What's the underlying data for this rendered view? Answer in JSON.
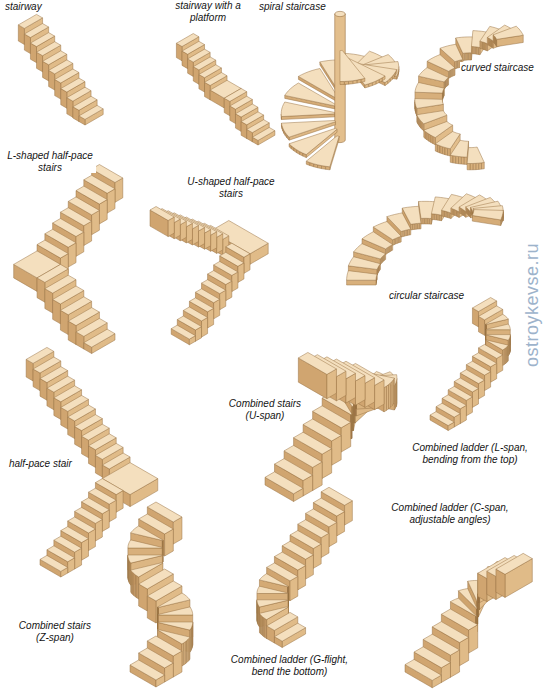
{
  "diagram": {
    "labels": [
      "stairway",
      "stairway with a platform",
      "spiral staircase",
      "curved staircase",
      "L-shaped half-pace stairs",
      "U-shaped half-pace stairs",
      "circular staircase",
      "half-pace stair",
      "Combined stairs (U-span)",
      "Combined ladder (L-span, bending from the top)",
      "Combined ladder (C-span, adjustable angles)",
      "Combined stairs (Z-span)",
      "Combined ladder (G-flight, bend the bottom)",
      "ostroykevse.ru"
    ]
  }
}
